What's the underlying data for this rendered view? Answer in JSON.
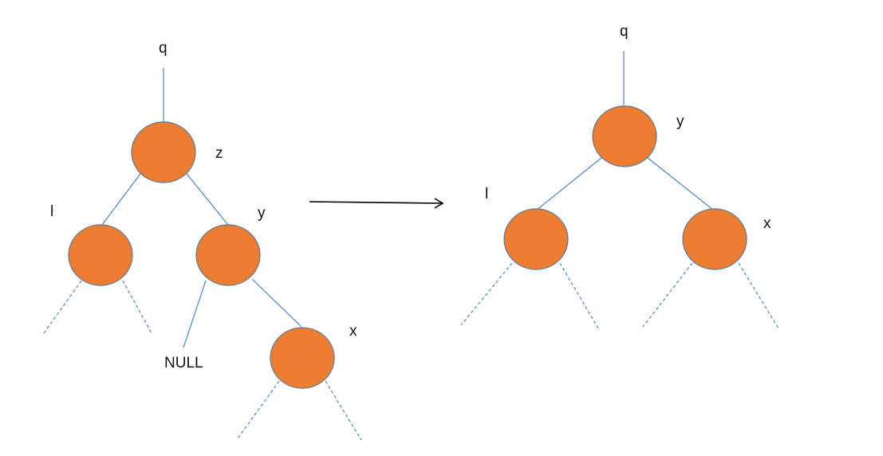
{
  "colors": {
    "node_fill": "#ED7D31",
    "node_stroke": "#5B7A99",
    "edge": "#4A86C5",
    "arrow": "#000000"
  },
  "before": {
    "labels": {
      "q": "q",
      "z": "z",
      "l": "l",
      "y": "y",
      "x": "x",
      "null": "NULL"
    }
  },
  "after": {
    "labels": {
      "q": "q",
      "y": "y",
      "l": "l",
      "x": "x"
    }
  }
}
